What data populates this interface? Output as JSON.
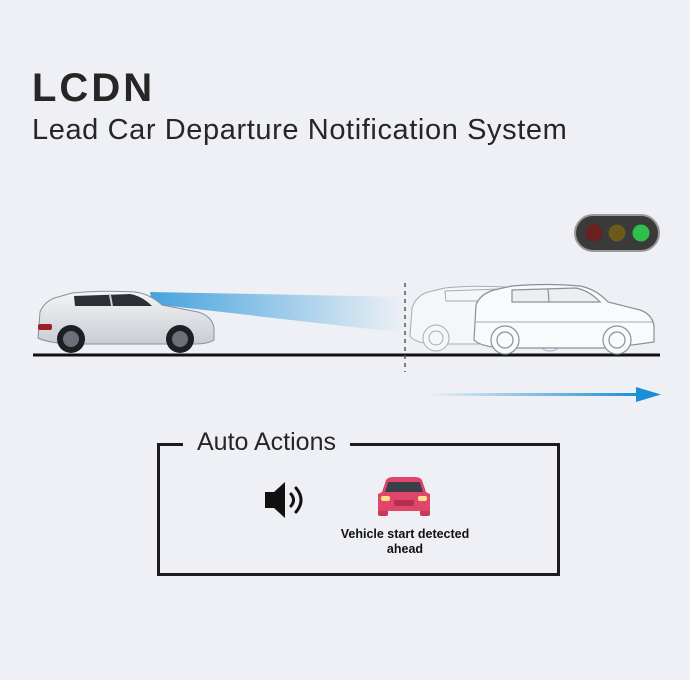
{
  "header": {
    "title": "LCDN",
    "subtitle": "Lead Car Departure Notification System"
  },
  "traffic_light": {
    "lamps": [
      "red",
      "yellow",
      "green"
    ],
    "active": "green",
    "colors": {
      "red": "#6b1f1f",
      "yellow": "#6b5a1c",
      "green": "#2fbf4a"
    }
  },
  "scene": {
    "own_vehicle": "white-suv-icon",
    "lead_vehicles": [
      "outline-suv-icon",
      "outline-suv-icon"
    ],
    "sensor_beam_color": "#4aa8e0",
    "departure_arrow_color": "#1b8fd6"
  },
  "auto_actions": {
    "label": "Auto Actions",
    "items": [
      {
        "icon": "speaker-icon",
        "text": ""
      },
      {
        "icon": "car-front-icon",
        "text": "Vehicle start detected ahead",
        "color": "#e0456a"
      }
    ]
  }
}
